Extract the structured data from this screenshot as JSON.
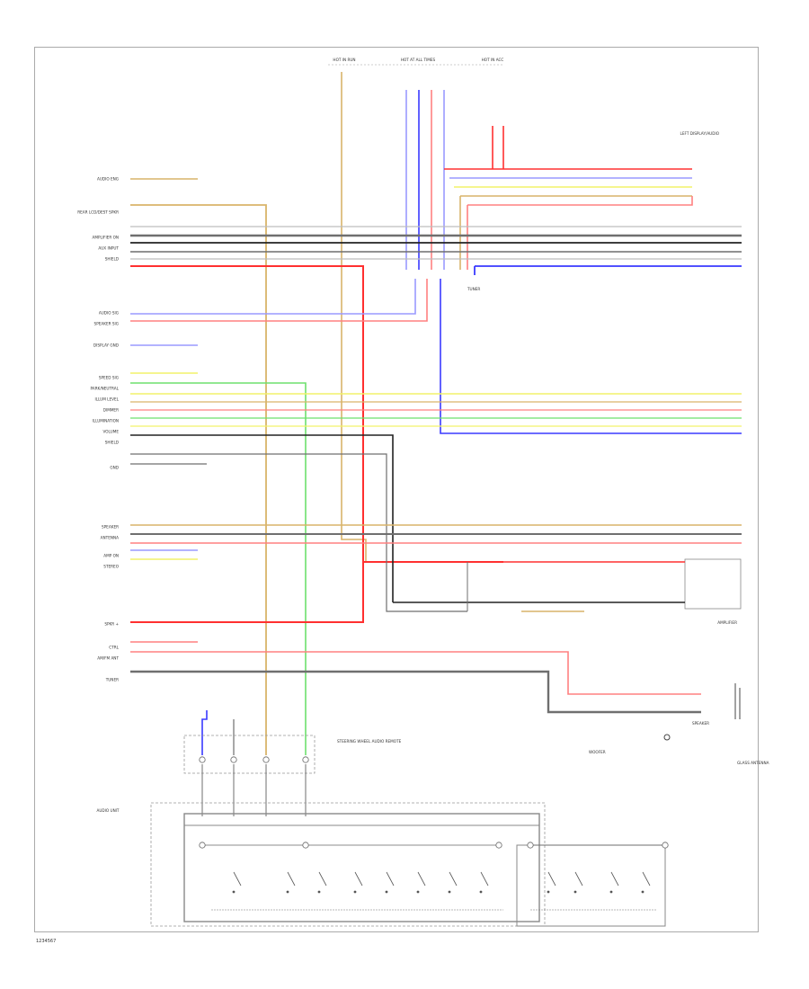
{
  "footer_code": "1234567",
  "left_labels": [
    "AUDIO ENG",
    "REAR LCD/DEST SPKR",
    "AMPLIFIER ON",
    "AUX INPUT",
    "SHIELD",
    "AUDIO SIG",
    "SPEAKER SIG",
    "DISPLAY GND",
    "SPEED SIG",
    "PARK/NEUTRAL",
    "ILLUM LEVEL",
    "DIMMER",
    "ILLUMINATION",
    "VOLUME",
    "SHIELD",
    "GND",
    "SPEAKER",
    "ANTENNA",
    "AMP ON",
    "STEREO",
    "SPKR +",
    "CTRL",
    "AM/FM ANT",
    "TUNER"
  ],
  "top_labels": [
    "HOT IN RUN",
    "HOT AT ALL TIMES",
    "HOT IN ACC"
  ],
  "right_labels": [
    "LEFT DISPLAY/AUDIO",
    "AMPLIFIER"
  ],
  "component_labels": [
    "AUDIO UNIT",
    "STEERING WHEEL AUDIO REMOTE",
    "GLASS ANTENNA",
    "SPEAKER",
    "WOOFER",
    "TUNER"
  ],
  "colors": {
    "red": "#ff3030",
    "pink": "#ff8080",
    "blue": "#3a3aff",
    "lightblue": "#9a9aff",
    "yellow": "#f2f26a",
    "tan": "#d9b46a",
    "green": "#6ee06e",
    "gray": "#6f6f6f",
    "black": "#222222",
    "lightgray": "#bdbdbd"
  }
}
